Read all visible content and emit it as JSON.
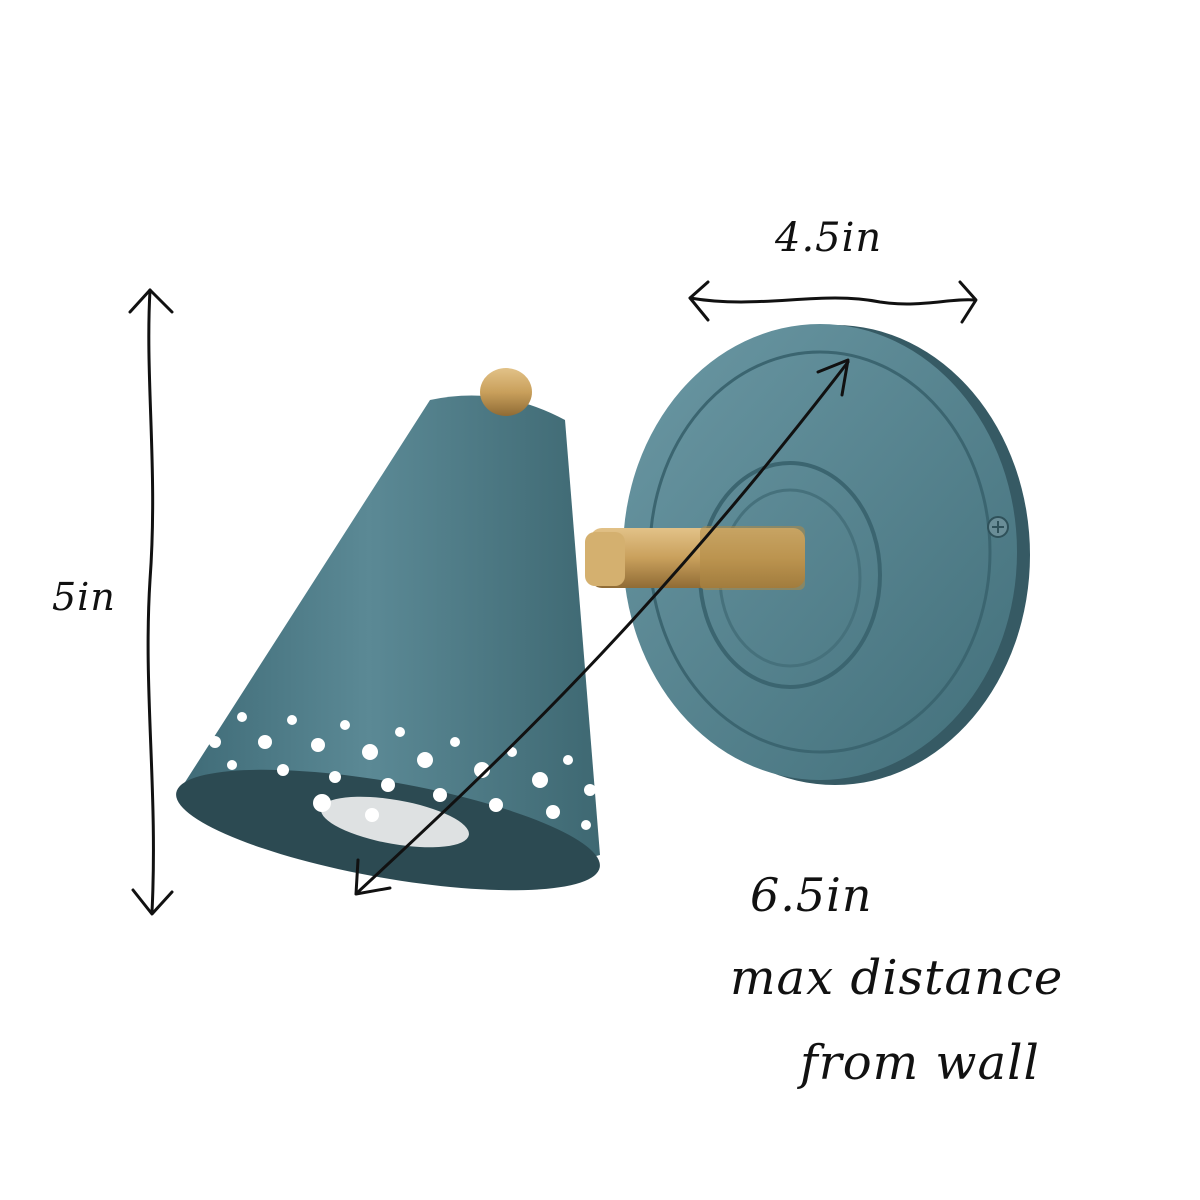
{
  "colors": {
    "teal": "#4f7d89",
    "teal_dark": "#365a64",
    "teal_light": "#6b98a4",
    "brass": "#c9a05c",
    "ink": "#111111",
    "background": "#ffffff"
  },
  "dimensions": {
    "height_label": "5in",
    "width_label": "4.5in",
    "depth_label": "6.5in",
    "depth_note_line1": "max distance",
    "depth_note_line2": "from wall"
  }
}
